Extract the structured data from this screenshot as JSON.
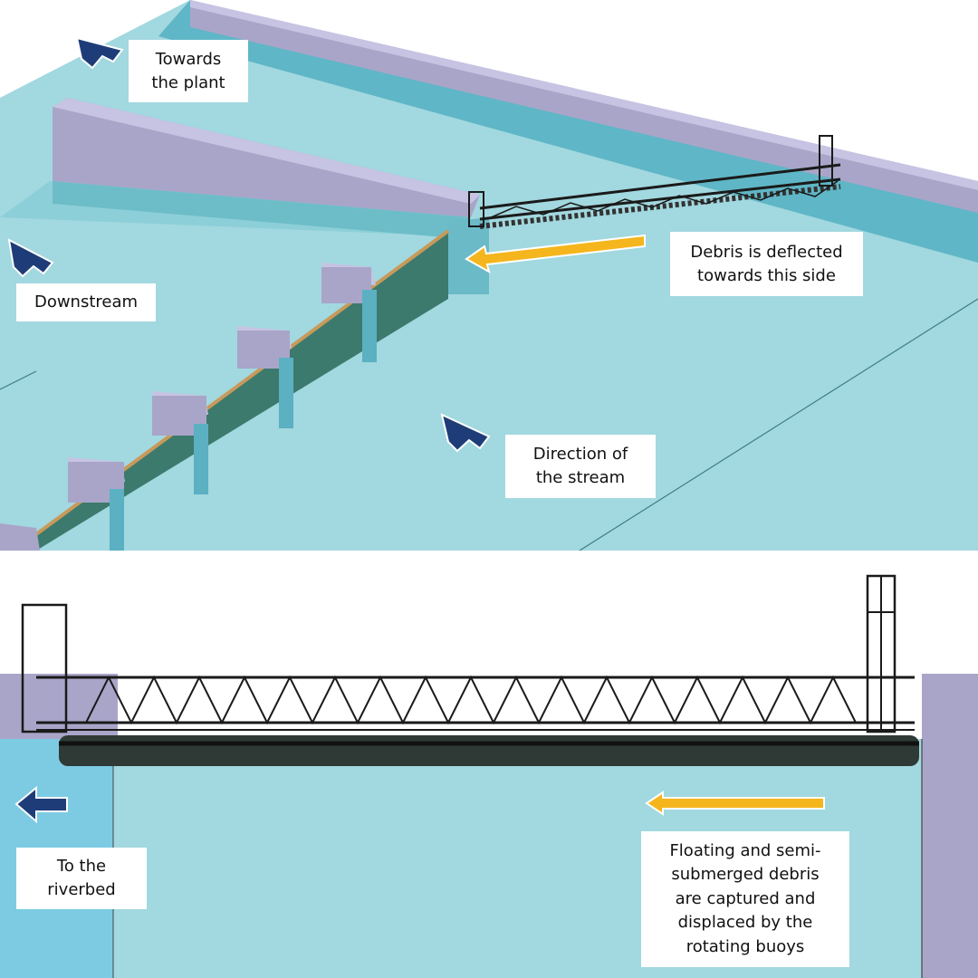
{
  "colors": {
    "water": "#a2d8df",
    "water_dark": "#72c0cc",
    "wall_purple": "#a9a5c9",
    "wall_top": "#c6c3e3",
    "arrow_blue": "#1e3d78",
    "arrow_yellow": "#f5b51c",
    "panel_green": "#3c7a6d",
    "truss": "#1a1a1a"
  },
  "labels": {
    "towards_plant": "Towards\nthe plant",
    "downstream": "Downstream",
    "debris_deflected": "Debris is deflected\ntowards this side",
    "direction_stream": "Direction of\nthe stream",
    "to_riverbed": "To the\nriverbed",
    "floating_debris": "Floating and semi-\nsubmerged debris\nare captured and\ndisplaced by the\nrotating buoys"
  },
  "icons": {
    "flow_arrow": "arrow-icon",
    "debris_arrow": "yellow-arrow-icon"
  }
}
